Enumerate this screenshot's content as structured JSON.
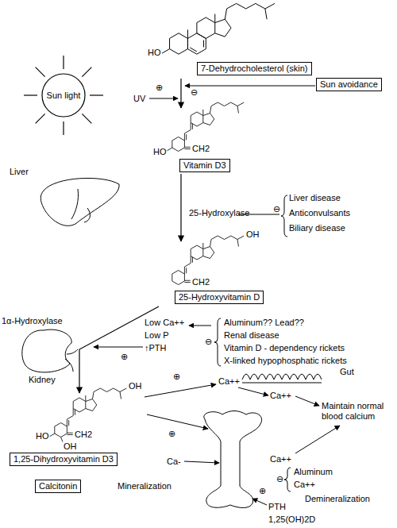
{
  "diagram": {
    "nodes": [
      {
        "text": [
          "7-Dehydrocholesterol (skin)"
        ]
      },
      {
        "text": [
          "Sun light"
        ]
      },
      {
        "text": [
          "Sun avoidance"
        ]
      },
      {
        "text": [
          "Vitamin D3"
        ]
      },
      {
        "text": [
          "25-Hydroxyvitamin D"
        ]
      },
      {
        "text": [
          "1,25-Dihydroxyvitamin D3"
        ]
      },
      {
        "text": [
          "Calcitonin"
        ]
      }
    ],
    "edges": [
      {
        "from": 0,
        "to": 3,
        "arrow": "to"
      },
      {
        "from": 3,
        "to": 4,
        "arrow": "to"
      },
      {
        "from": 4,
        "to": 5,
        "arrow": "to"
      }
    ],
    "labels": [
      "HO",
      "⊕",
      "UV",
      "⊖",
      "HO",
      "CH2",
      "Liver",
      "25-Hydroxylase",
      "⊖",
      "Liver disease",
      "Anticonvulsants",
      "Biliary disease",
      "OH",
      "CH2",
      "1α-Hydroxylase",
      "Low Ca++",
      "Low P",
      "↑PTH",
      "⊕",
      "⊖",
      "Aluminum??  Lead??",
      "Renal disease",
      "Vitamin D - dependency rickets",
      "X-linked hypophosphatic rickets",
      "Kidney",
      "OH",
      "CH2",
      "HO",
      "OH",
      "⊕",
      "Ca++",
      "Gut",
      "Ca++",
      "Maintain normal blood calcium",
      "⊕",
      "Ca++",
      "Ca-",
      "Mineralization",
      "⊖",
      "Aluminum",
      "Ca++",
      "Demineralization",
      "⊕",
      "PTH",
      "1,25(OH)2D"
    ]
  }
}
